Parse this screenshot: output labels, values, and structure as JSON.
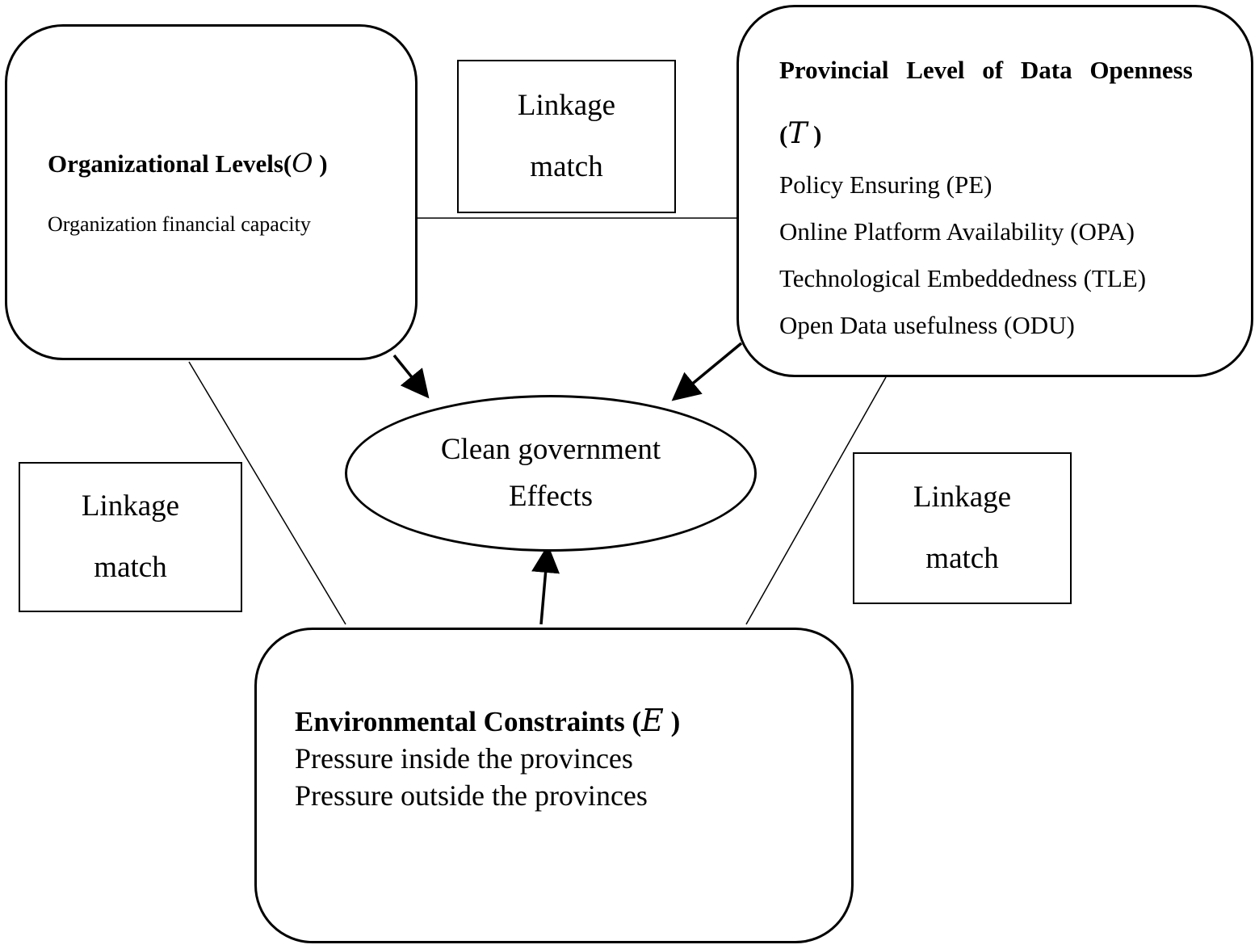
{
  "organizational": {
    "title": "Organizational Levels(",
    "variable": "O",
    "close": " )",
    "items": [
      "Organization financial capacity"
    ]
  },
  "provincial": {
    "title": "Provincial Level of Data Openness",
    "open": "(",
    "variable": "T",
    "close": " )",
    "items": [
      "Policy Ensuring (PE)",
      "Online Platform Availability (OPA)",
      "Technological Embeddedness (TLE)",
      "Open Data usefulness (ODU)"
    ]
  },
  "environmental": {
    "title": "Environmental Constraints (",
    "variable": "E",
    "close": " )",
    "items": [
      "Pressure inside the provinces",
      "Pressure outside the provinces"
    ]
  },
  "center": {
    "line1": "Clean government",
    "line2": "Effects"
  },
  "linkage": [
    {
      "line1": "Linkage",
      "line2": "match"
    },
    {
      "line1": "Linkage",
      "line2": "match"
    },
    {
      "line1": "Linkage",
      "line2": "match"
    }
  ]
}
